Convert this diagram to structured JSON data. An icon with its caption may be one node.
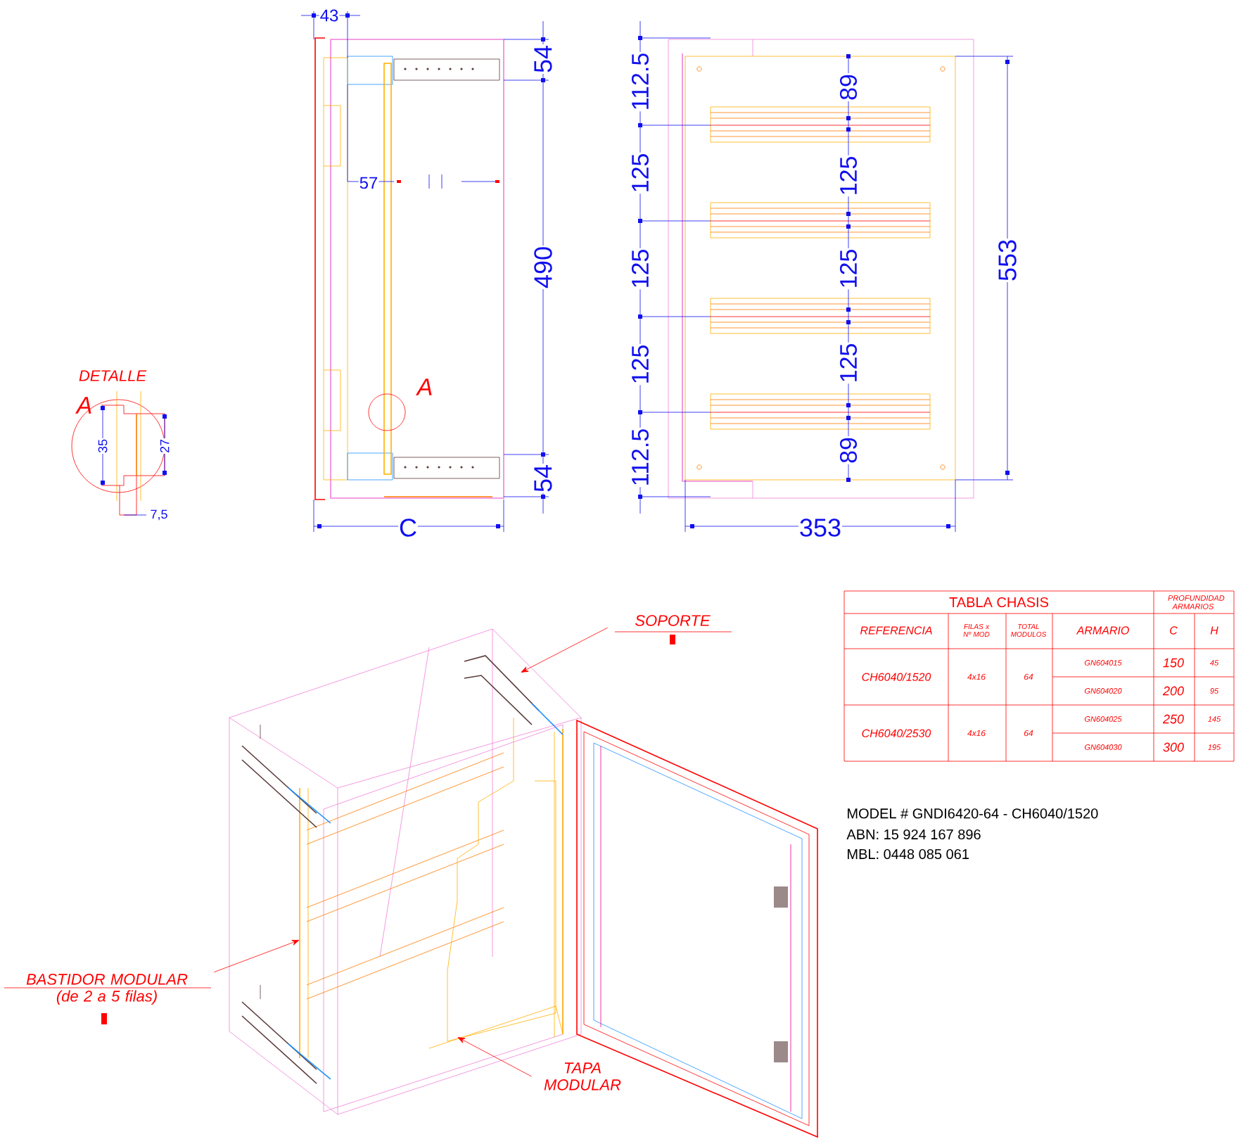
{
  "diagram": {
    "nodes": [
      {
        "text": [
          "SOPORTE"
        ]
      },
      {
        "text": [
          "BASTIDOR MODULAR",
          "(de 2 a 5 filas)"
        ]
      },
      {
        "text": [
          "TAPA MODULAR"
        ]
      }
    ],
    "edges": [
      {
        "from": 0,
        "to": null,
        "arrow": "to",
        "color": "#ff0000"
      },
      {
        "from": 1,
        "to": null,
        "arrow": "to",
        "color": "#ff0000"
      },
      {
        "from": 2,
        "to": null,
        "arrow": "to",
        "color": "#ff0000"
      }
    ],
    "labels": [
      "43",
      "54",
      "57",
      "490",
      "54",
      "C",
      "A",
      "DETALLE",
      "A",
      "35",
      "27",
      "7,5",
      "112.5",
      "125",
      "125",
      "125",
      "112.5",
      "89",
      "125",
      "125",
      "125",
      "89",
      "553",
      "353",
      "TABLA CHASIS",
      "PROFUNDIDAD ARMARIOS",
      "REFERENCIA",
      "FILAS x Nº MOD",
      "TOTAL MODULOS",
      "ARMARIO",
      "C",
      "H",
      "CH6040/1520",
      "4x16",
      "64",
      "GN604015",
      "150",
      "45",
      "GN604020",
      "200",
      "95",
      "CH6040/2530",
      "4x16",
      "64",
      "GN604025",
      "250",
      "145",
      "GN604030",
      "300",
      "195",
      "MODEL # GNDI6420-64 - CH6040/1520",
      "ABN: 15 924 167 896",
      "MBL: 0448 085 061"
    ]
  }
}
